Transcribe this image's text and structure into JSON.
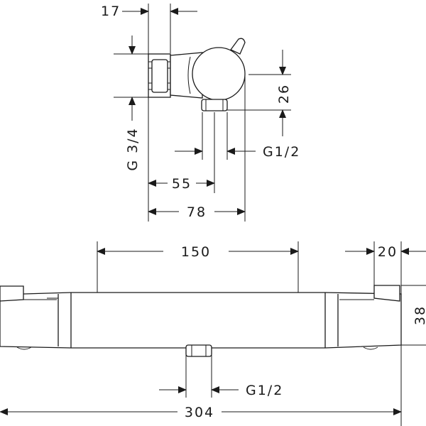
{
  "dimensions": {
    "top_width": "17",
    "side_height": "26",
    "side_thread": "G 3/4",
    "outlet_thread_top": "G1/2",
    "depth_55": "55",
    "depth_78": "78",
    "center_distance": "150",
    "right_offset": "20",
    "body_height": "38",
    "bottom_thread": "G1/2",
    "total_length": "304"
  }
}
